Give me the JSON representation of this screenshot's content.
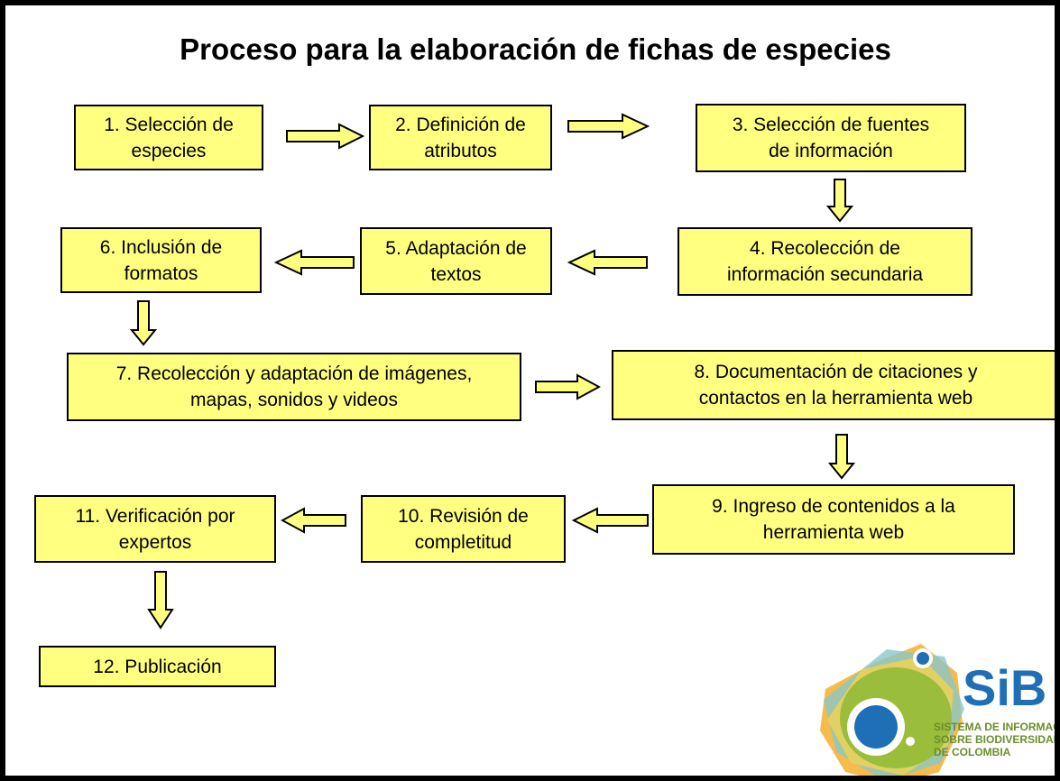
{
  "title": "Proceso para la elaboración de fichas de especies",
  "steps": [
    {
      "line1": "1. Selección de",
      "line2": "especies"
    },
    {
      "line1": "2. Definición de",
      "line2": "atributos"
    },
    {
      "line1": "3. Selección de fuentes",
      "line2": "de información"
    },
    {
      "line1": "4. Recolección de",
      "line2": "información secundaria"
    },
    {
      "line1": "5. Adaptación de",
      "line2": "textos"
    },
    {
      "line1": "6. Inclusión de",
      "line2": "formatos"
    },
    {
      "line1": "7. Recolección y adaptación de imágenes,",
      "line2": "mapas, sonidos y videos"
    },
    {
      "line1": "8. Documentación de citaciones y",
      "line2": "contactos en la herramienta web"
    },
    {
      "line1": "9. Ingreso de contenidos a la",
      "line2": "herramienta web"
    },
    {
      "line1": "10. Revisión de",
      "line2": "completitud"
    },
    {
      "line1": "11. Verificación por",
      "line2": "expertos"
    },
    {
      "line1": "12. Publicación",
      "line2": ""
    }
  ],
  "logo": {
    "acronym": "SiB",
    "line1": "SISTEMA DE INFORMACIÓ",
    "line2": "SOBRE BIODIVERSIDAD",
    "line3": "DE COLOMBIA"
  },
  "colors": {
    "box_fill": "#ffff80",
    "border": "#000000",
    "logo_blue": "#1e6fb5",
    "logo_green": "#9bbd3c"
  }
}
